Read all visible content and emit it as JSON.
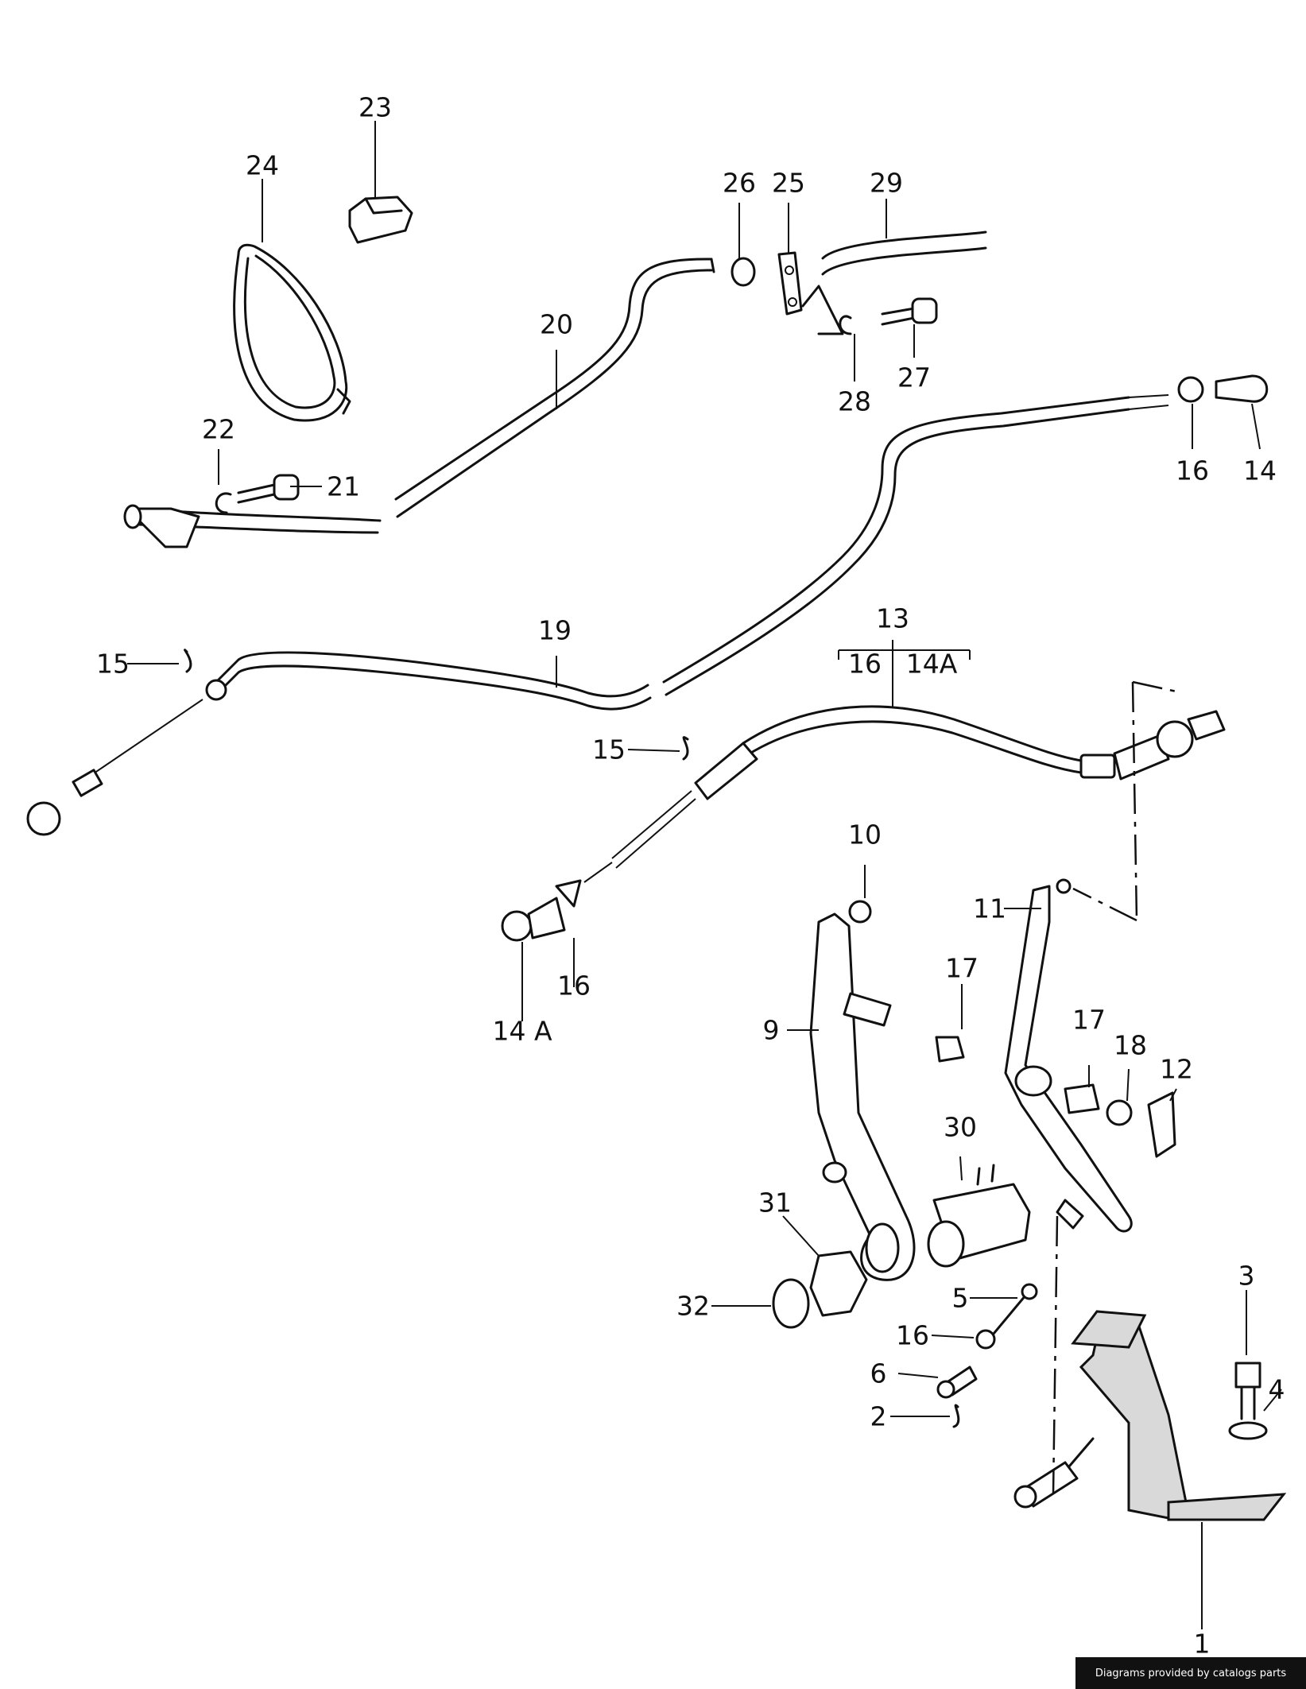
{
  "callouts": [
    {
      "label": "1"
    },
    {
      "label": "2"
    },
    {
      "label": "3"
    },
    {
      "label": "4"
    },
    {
      "label": "5"
    },
    {
      "label": "6"
    },
    {
      "label": "9"
    },
    {
      "label": "10"
    },
    {
      "label": "11"
    },
    {
      "label": "12"
    },
    {
      "label": "13"
    },
    {
      "label": "14"
    },
    {
      "label": "14 A"
    },
    {
      "label": "15"
    },
    {
      "label": "15"
    },
    {
      "label": "16"
    },
    {
      "label": "16"
    },
    {
      "label": "16"
    },
    {
      "label": "16"
    },
    {
      "label": "14A"
    },
    {
      "label": "17"
    },
    {
      "label": "17"
    },
    {
      "label": "18"
    },
    {
      "label": "19"
    },
    {
      "label": "20"
    },
    {
      "label": "21"
    },
    {
      "label": "22"
    },
    {
      "label": "23"
    },
    {
      "label": "24"
    },
    {
      "label": "25"
    },
    {
      "label": "26"
    },
    {
      "label": "27"
    },
    {
      "label": "28"
    },
    {
      "label": "29"
    },
    {
      "label": "30"
    },
    {
      "label": "31"
    },
    {
      "label": "32"
    }
  ],
  "footer": {
    "text": "Diagrams provided by catalogs parts"
  }
}
